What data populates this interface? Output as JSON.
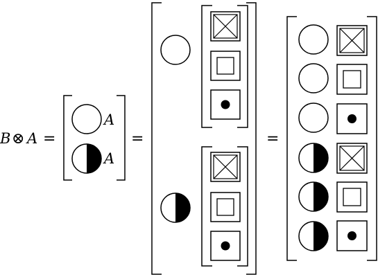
{
  "expression": {
    "lhs_left": "B",
    "tensor_symbol": "⊗",
    "lhs_right": "A",
    "equals_1": "=",
    "equals_2": "="
  },
  "vector_B": {
    "labels": [
      "A",
      "A"
    ],
    "entries": [
      "circle-empty",
      "circle-half"
    ]
  },
  "vector_A": {
    "entries": [
      "square-crossed",
      "square-nested",
      "square-dot"
    ]
  },
  "result": {
    "entries": [
      [
        "circle-empty",
        "square-crossed"
      ],
      [
        "circle-empty",
        "square-nested"
      ],
      [
        "circle-empty",
        "square-dot"
      ],
      [
        "circle-half",
        "square-crossed"
      ],
      [
        "circle-half",
        "square-nested"
      ],
      [
        "circle-half",
        "square-dot"
      ]
    ]
  },
  "colors": {
    "stroke": "#000000",
    "fill": "#000000",
    "background": "#ffffff"
  }
}
